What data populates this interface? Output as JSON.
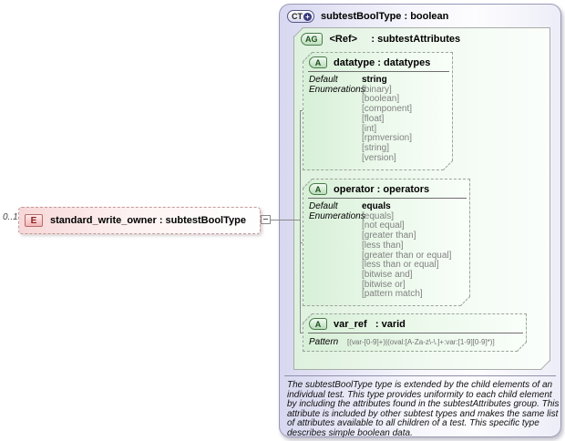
{
  "element": {
    "cardinality": "0..1",
    "icon": "E",
    "label": "standard_write_owner : subtestBoolType"
  },
  "complex_type": {
    "icon": "CT",
    "plus_icon": "+",
    "title": "subtestBoolType : boolean",
    "description": "The subtestBoolType type is extended by the child elements of an individual test.  This type provides uniformity to each child element by including the attributes found in the subtestAttributes group.  This attribute is included by other subtest types and makes the same list of attributes available to all children of a test.  This specific type describes simple boolean data."
  },
  "attribute_group": {
    "icon": "AG",
    "title": "<Ref>     : subtestAttributes",
    "attributes": [
      {
        "icon": "A",
        "header": "datatype : datatypes",
        "default_label": "Default",
        "enumerations_label": "Enumerations",
        "default_value": "string",
        "enumerations": [
          "[binary]",
          "[boolean]",
          "[component]",
          "[float]",
          "[int]",
          "[rpmversion]",
          "[string]",
          "[version]"
        ]
      },
      {
        "icon": "A",
        "header": "operator : operators",
        "default_label": "Default",
        "enumerations_label": "Enumerations",
        "default_value": "equals",
        "enumerations": [
          "[equals]",
          "[not equal]",
          "[greater than]",
          "[less than]",
          "[greater than or equal]",
          "[less than or equal]",
          "[bitwise and]",
          "[bitwise or]",
          "[pattern match]"
        ]
      },
      {
        "icon": "A",
        "header": "var_ref   : varid",
        "pattern_label": "Pattern",
        "pattern_value": "[(var-[0-9]+)|(oval:[A-Za-z\\-\\.]+:var:[1-9][0-9]*)]"
      }
    ]
  },
  "colors": {
    "complex_type_fill": "#d7d7f0",
    "complex_type_border": "#9a9ab8",
    "group_fill": "#def1de",
    "attribute_fill": "#d7efd7",
    "element_fill": "#f7d7d7",
    "element_border": "#c59a9a",
    "connector": "#8a8a8a"
  }
}
